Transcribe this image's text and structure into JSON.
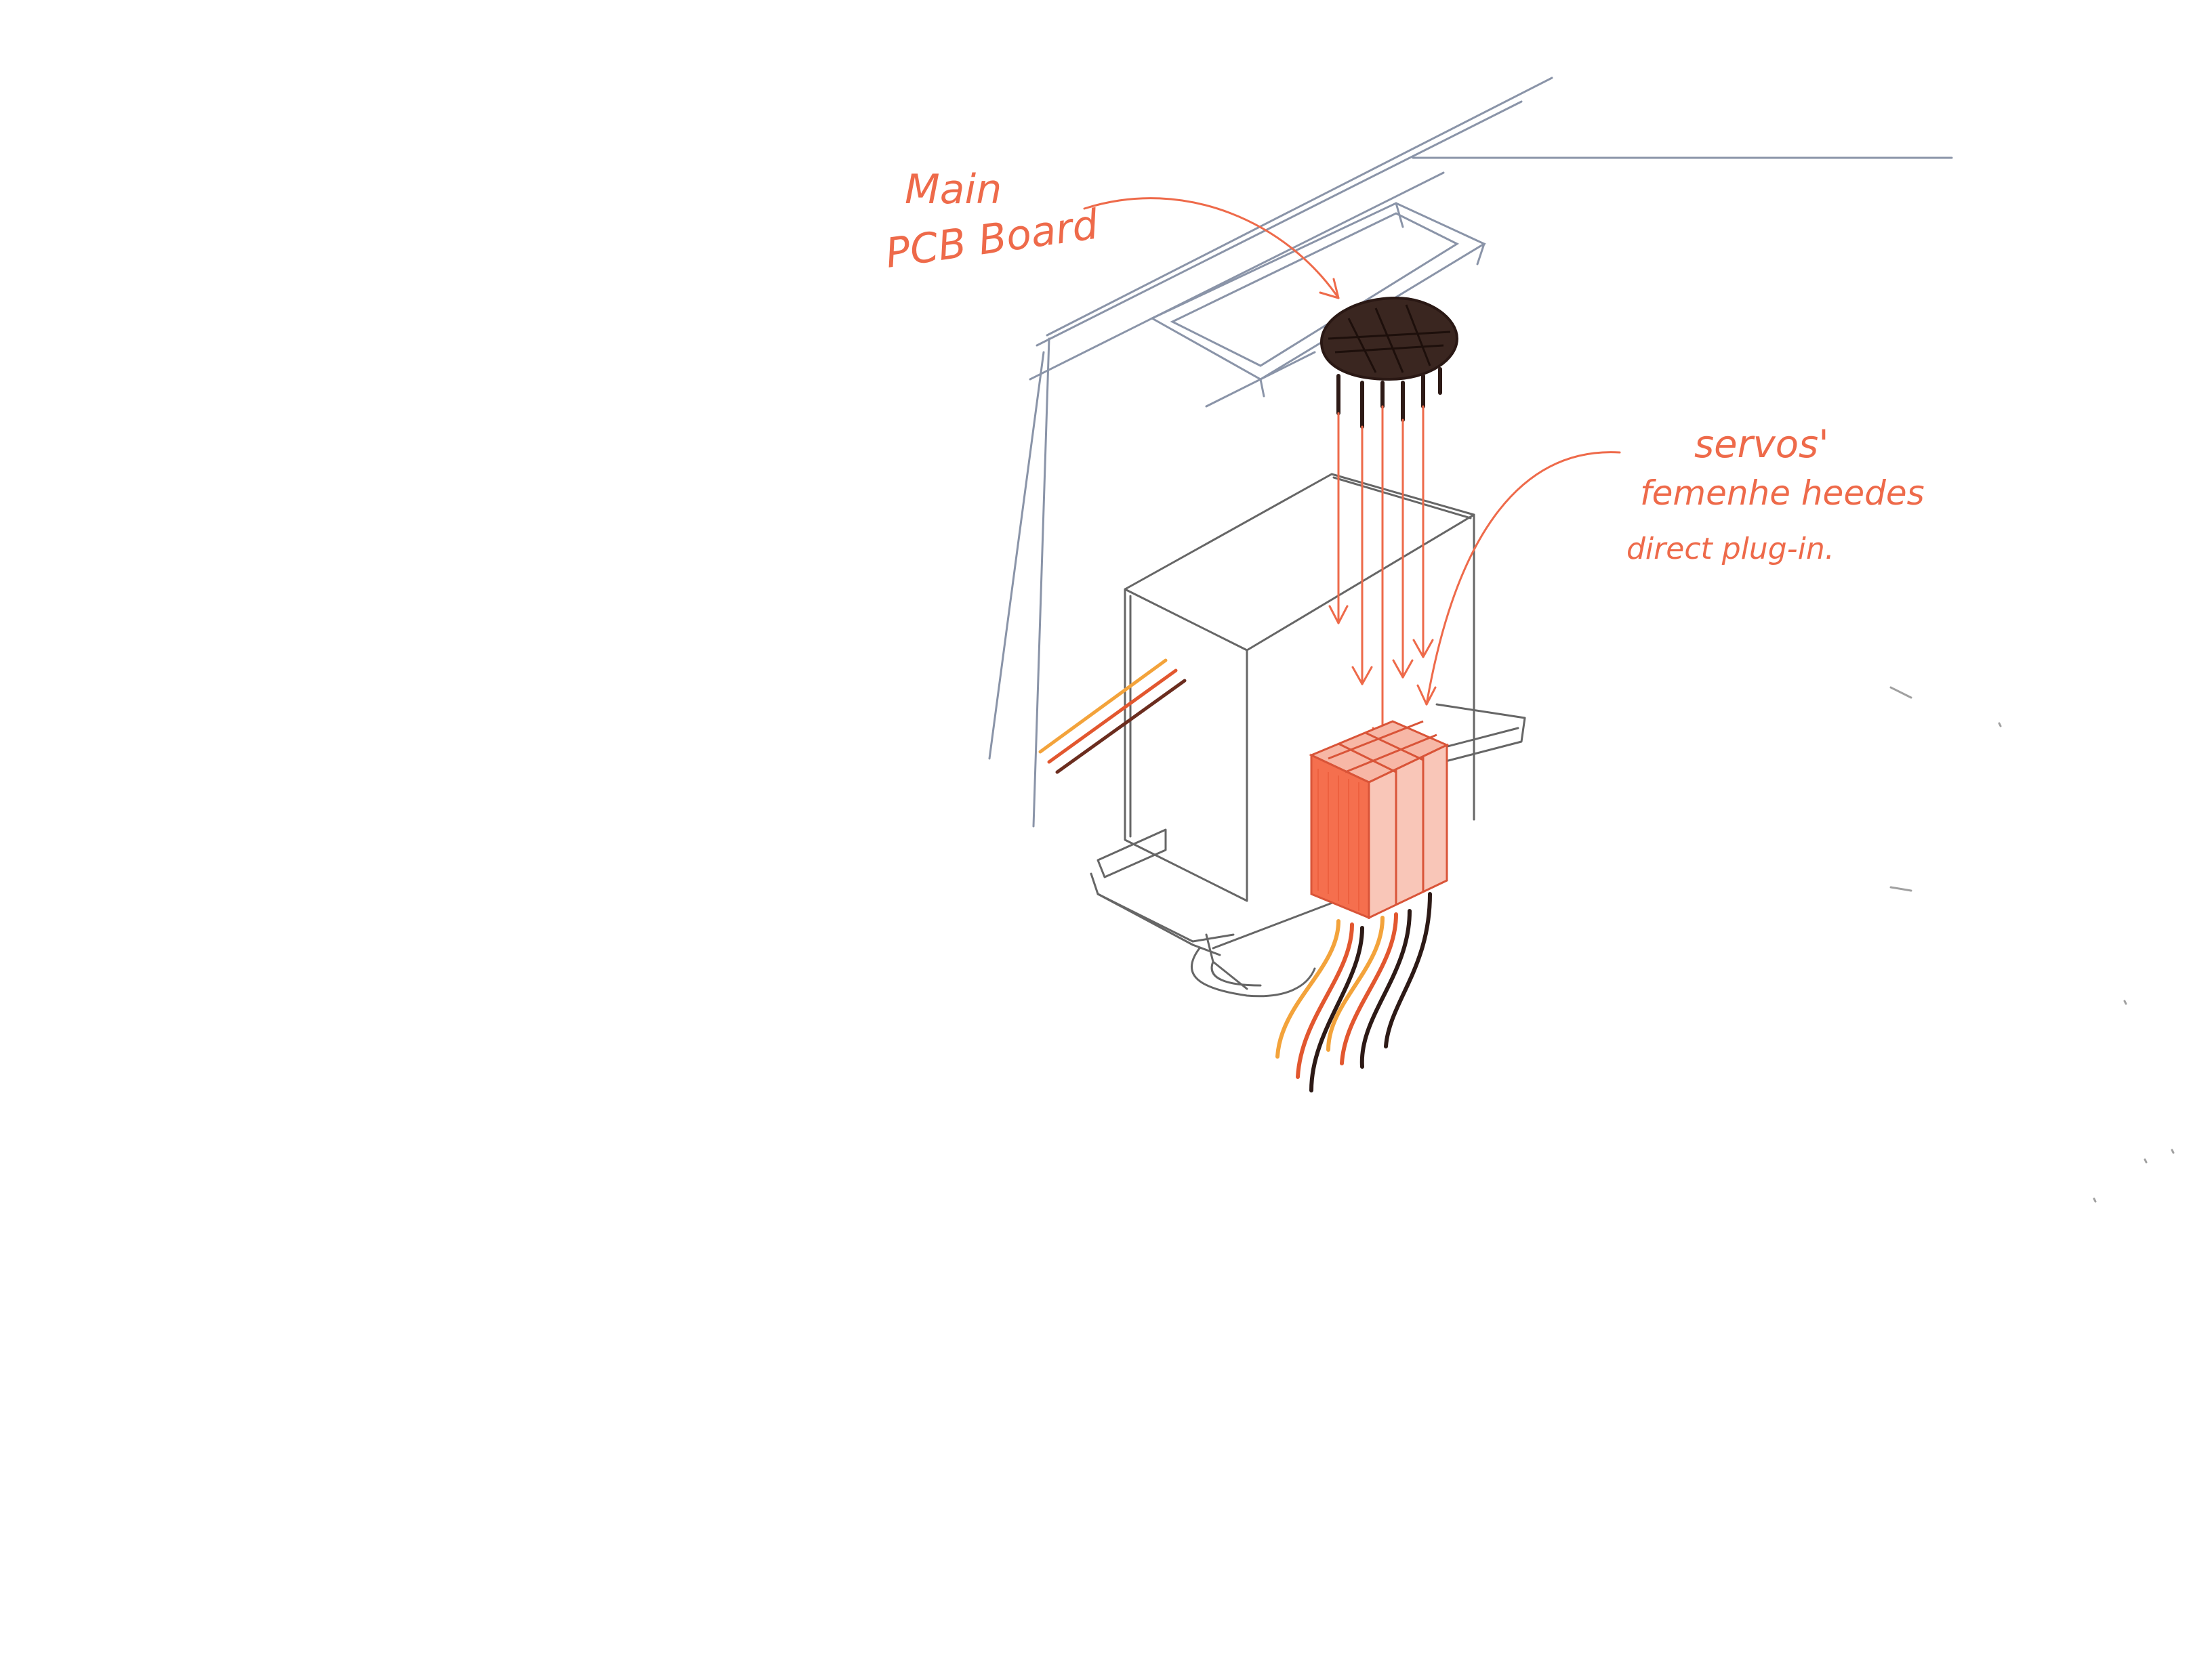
{
  "diagram": {
    "annotations": {
      "pcb": {
        "line1": "Main",
        "line2": "PCB Board"
      },
      "servo": {
        "line1": "servos'",
        "line2": "femenhe heedes",
        "line3": "direct plug-in."
      }
    },
    "colors": {
      "annotation": "#ee6a4a",
      "pencil": "#555555",
      "structure": "#8a94a8",
      "chip": "#3a2620",
      "header": "#f56f4e",
      "wire_orange": "#f3a33b",
      "wire_red": "#e2572f",
      "wire_black": "#2d1a16"
    }
  }
}
